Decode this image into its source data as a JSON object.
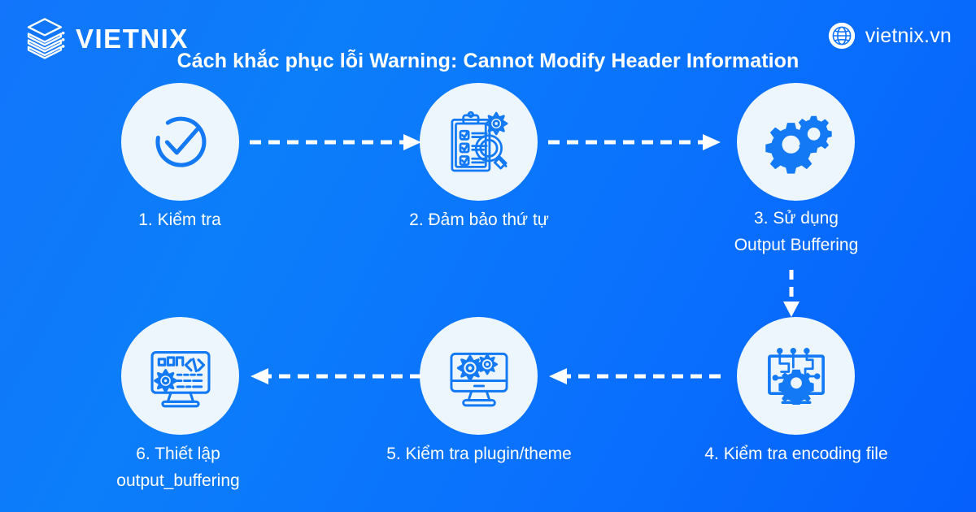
{
  "brand": {
    "logo_icon": "stacked-layers-icon",
    "logo_text": "VIETNIX",
    "site_icon": "globe-icon",
    "site_url": "vietnix.vn"
  },
  "headline": "Cách khắc phục lỗi Warning: Cannot Modify Header Information",
  "colors": {
    "background_start": "#1275FB",
    "background_end": "#0560FC",
    "circle_fill": "#EEF6FD",
    "icon_blue": "#1379F4",
    "text": "#FFFFFF"
  },
  "steps": [
    {
      "number": "1",
      "label": "1. Kiểm tra",
      "icon": "check-circle-icon"
    },
    {
      "number": "2",
      "label": "2. Đảm bảo thứ tự",
      "icon": "clipboard-checklist-search-icon"
    },
    {
      "number": "3",
      "label": "3. Sử dụng\nOutput Buffering",
      "icon": "gears-icon"
    },
    {
      "number": "4",
      "label": "4.  Kiểm tra encoding file",
      "icon": "monitor-circuit-gear-icon"
    },
    {
      "number": "5",
      "label": "5. Kiểm tra plugin/theme",
      "icon": "monitor-gears-icon"
    },
    {
      "number": "6",
      "label": "6. Thiết lập\noutput_buffering",
      "icon": "monitor-code-gear-icon"
    }
  ],
  "arrows": [
    {
      "name": "arrow-step1-to-step2",
      "direction": "right",
      "style": "dashed"
    },
    {
      "name": "arrow-step2-to-step3",
      "direction": "right",
      "style": "dashed"
    },
    {
      "name": "arrow-step3-to-step4",
      "direction": "down",
      "style": "dashed"
    },
    {
      "name": "arrow-step4-to-step5",
      "direction": "left",
      "style": "dashed"
    },
    {
      "name": "arrow-step5-to-step6",
      "direction": "left",
      "style": "dashed"
    }
  ]
}
